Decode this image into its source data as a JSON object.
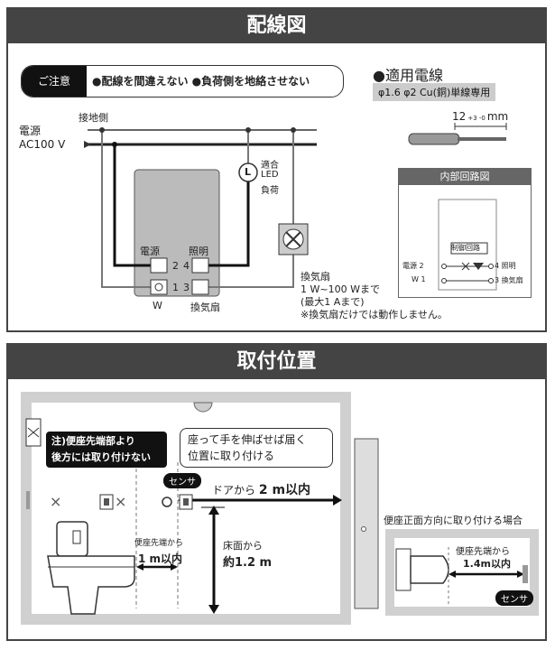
{
  "wiring": {
    "title": "配線図",
    "caution": {
      "label": "ご注意",
      "text": "●配線を間違えない ●負荷側を地絡させない"
    },
    "wire_spec": {
      "title": "●適用電線",
      "spec": "φ1.6 φ2 Cu(銅)単線専用"
    },
    "strip": {
      "value": "12",
      "tol": "+3 -0",
      "unit": "mm"
    },
    "ground_side": "接地側",
    "power": "電源",
    "ac": "AC100 V",
    "led": {
      "symbol": "L",
      "label1": "適合",
      "label2": "LED",
      "label3": "負荷"
    },
    "switch": {
      "label_power": "電源",
      "label_light": "照明",
      "t2": "2",
      "t4": "4",
      "t1": "1",
      "t3": "3",
      "w": "W",
      "label_fan": "換気扇"
    },
    "fan": {
      "label": "換気扇",
      "rating": "1 W~100 Wまで",
      "max": "(最大1 Aまで)",
      "note": "※換気扇だけでは動作しません。"
    },
    "internal": {
      "title": "内部回路図",
      "control": "制御回路",
      "left_top": "電源 2",
      "left_bot": "W 1",
      "right_top": "4 照明",
      "right_bot": "3 換気扇"
    }
  },
  "position": {
    "title": "取付位置",
    "note_black": {
      "line1": "注)便座先端部より",
      "line2": "後方には取り付けない"
    },
    "note_reach": {
      "line1": "座って手を伸ばせば届く",
      "line2": "位置に取り付ける"
    },
    "sensor": "センサ",
    "door_dist": {
      "prefix": "ドアから",
      "value": "2 m以内"
    },
    "toilet_dist": {
      "label": "便座先端から",
      "value": "1 m以内"
    },
    "floor": {
      "label": "床面から",
      "value": "約1.2 m"
    },
    "front": {
      "title": "便座正面方向に取り付ける場合",
      "label": "便座先端から",
      "value": "1.4m以内",
      "sensor": "センサ"
    },
    "marks": {
      "x": "×",
      "o": "○"
    }
  }
}
